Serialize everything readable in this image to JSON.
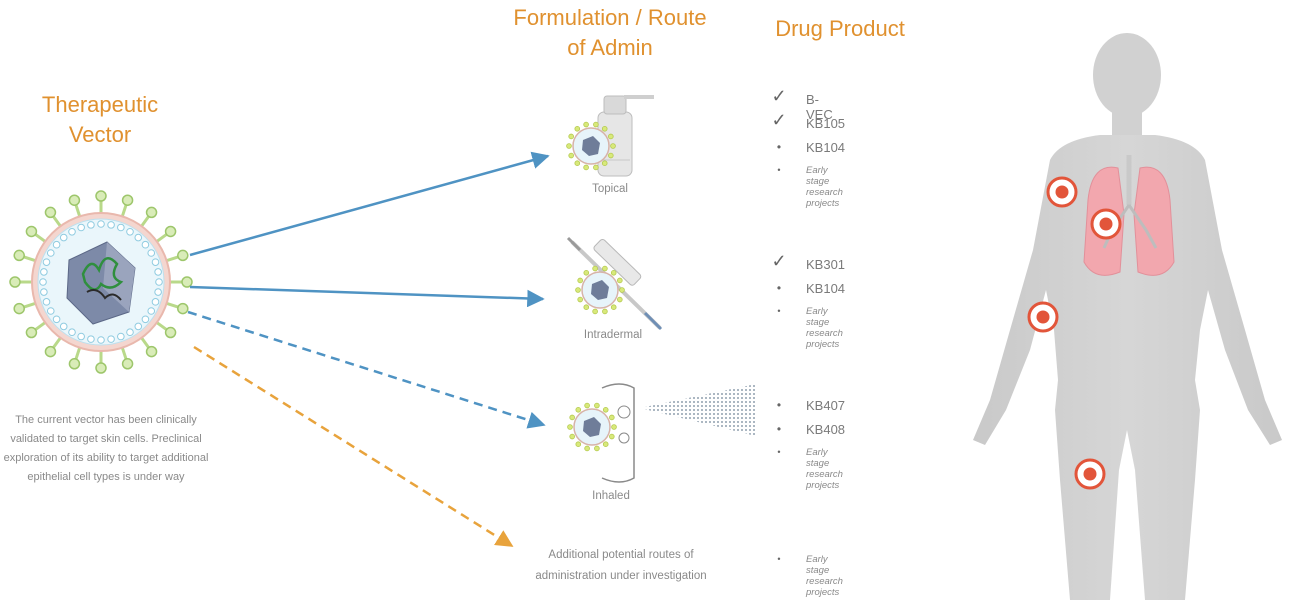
{
  "headings": {
    "vector": "Therapeutic\nVector",
    "formulation": "Formulation / Route\nof Admin",
    "product": "Drug Product"
  },
  "vector_caption": "The current vector has been clinically\nvalidated to target skin cells. Preclinical\nexploration of its ability to target additional\nepithelial cell types is under way",
  "routes": [
    {
      "label": "Topical",
      "arrow": "solid",
      "color": "#4F93C3"
    },
    {
      "label": "Intradermal",
      "arrow": "solid",
      "color": "#4F93C3"
    },
    {
      "label": "Inhaled",
      "arrow": "dashed",
      "color": "#4F93C3"
    },
    {
      "label": "Additional potential routes of\nadministration under investigation",
      "arrow": "dashed",
      "color": "#E8A33C"
    }
  ],
  "product_groups": [
    {
      "items": [
        {
          "marker": "check",
          "name": "B-VEC"
        },
        {
          "marker": "check",
          "name": "KB105"
        },
        {
          "marker": "bullet",
          "name": "KB104"
        },
        {
          "marker": "bullet-small",
          "name": "Early stage research projects"
        }
      ]
    },
    {
      "items": [
        {
          "marker": "check",
          "name": "KB301"
        },
        {
          "marker": "bullet",
          "name": "KB104"
        },
        {
          "marker": "bullet-small",
          "name": "Early stage research projects"
        }
      ]
    },
    {
      "items": [
        {
          "marker": "bullet",
          "name": "KB407"
        },
        {
          "marker": "bullet",
          "name": "KB408"
        },
        {
          "marker": "bullet-small",
          "name": "Early stage research projects"
        }
      ]
    },
    {
      "items": [
        {
          "marker": "bullet-small",
          "name": "Early stage research projects"
        }
      ]
    }
  ],
  "colors": {
    "heading": "#E0912F",
    "arrow_blue": "#4F93C3",
    "arrow_orange": "#E8A33C",
    "body_silhouette": "#CFCFCF",
    "target_marker": "#E2553A",
    "lungs": "#F2A7AE"
  }
}
